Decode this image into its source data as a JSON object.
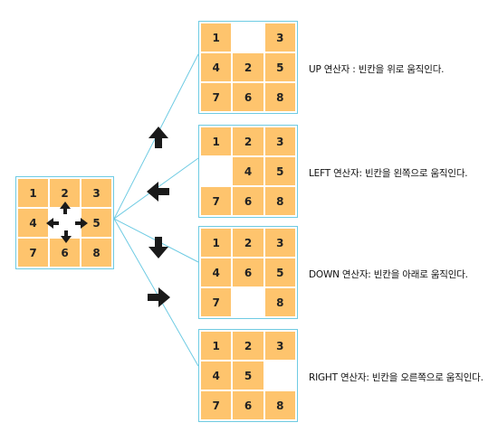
{
  "start": {
    "tiles": [
      "1",
      "2",
      "3",
      "4",
      "",
      "5",
      "7",
      "6",
      "8"
    ]
  },
  "operators": [
    {
      "label": "UP 연산자 : 빈칸을 위로 움직인다.",
      "arrow": "up-arrow",
      "tiles": [
        "1",
        "",
        "3",
        "4",
        "2",
        "5",
        "7",
        "6",
        "8"
      ]
    },
    {
      "label": "LEFT 연산자: 빈칸을 왼쪽으로 움직인다.",
      "arrow": "left-arrow",
      "tiles": [
        "1",
        "2",
        "3",
        "",
        "4",
        "5",
        "7",
        "6",
        "8"
      ]
    },
    {
      "label": "DOWN 연산자: 빈칸을 아래로 움직인다.",
      "arrow": "down-arrow",
      "tiles": [
        "1",
        "2",
        "3",
        "4",
        "6",
        "5",
        "7",
        "",
        "8"
      ]
    },
    {
      "label": "RIGHT 연산자: 빈칸을 오른쪽으로 움직인다.",
      "arrow": "right-arrow",
      "tiles": [
        "1",
        "2",
        "3",
        "4",
        "5",
        "",
        "7",
        "6",
        "8"
      ]
    }
  ],
  "colors": {
    "tile": "#fec46d",
    "line": "#6ecbe3",
    "arrow": "#1a1a1a"
  }
}
